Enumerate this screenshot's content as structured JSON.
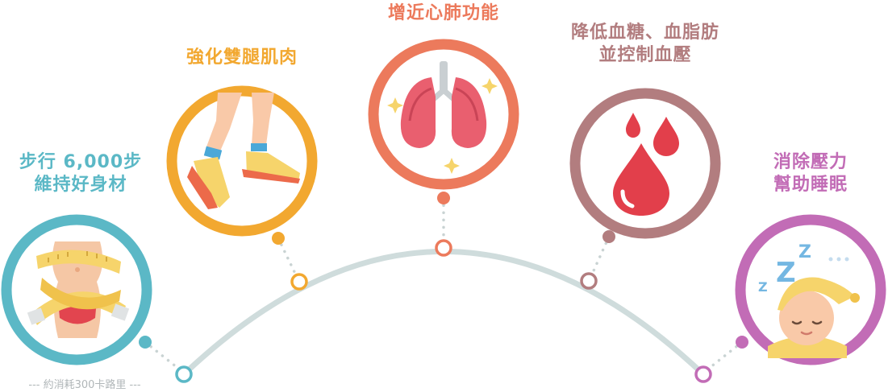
{
  "benefits": [
    {
      "line1": "步行 6,000步",
      "line2": "維持好身材",
      "color": "#5bb8c6",
      "icon": "waist-measuring-tape-icon"
    },
    {
      "line1": "強化雙腿肌肉",
      "line2": "",
      "color": "#f2a830",
      "icon": "walking-legs-sneakers-icon"
    },
    {
      "line1": "增近心肺功能",
      "line2": "",
      "color": "#ec7a5c",
      "icon": "lungs-icon"
    },
    {
      "line1": "降低血糖、血脂肪",
      "line2": "並控制血壓",
      "color": "#b27d7f",
      "icon": "blood-drops-icon"
    },
    {
      "line1": "消除壓力",
      "line2": "幫助睡眠",
      "color": "#c26cb6",
      "icon": "sleeping-person-icon"
    }
  ],
  "footnote": "--- 約消耗300卡路里 ---",
  "arc_color": "#cfdcdc",
  "dot_color": "#c9d3d3"
}
